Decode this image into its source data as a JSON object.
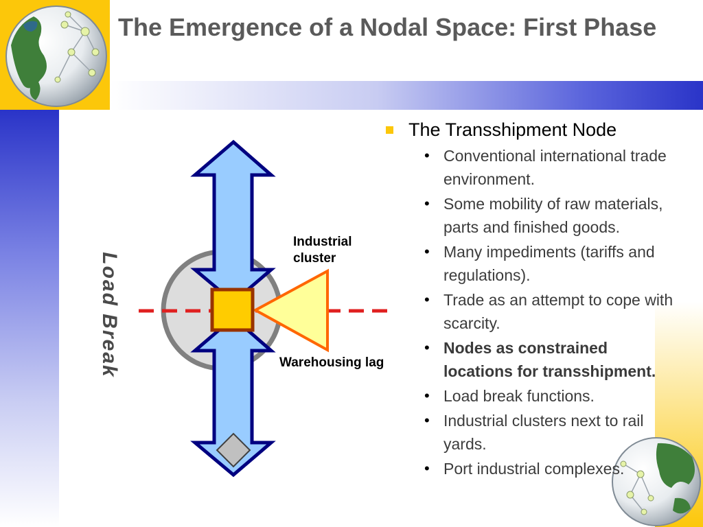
{
  "slide": {
    "title": "The Emergence of a Nodal Space: First Phase"
  },
  "diagram": {
    "side_label": "Load Break",
    "industrial_label": "Industrial cluster",
    "warehousing_label": "Warehousing lag"
  },
  "content": {
    "heading": "The Transshipment Node",
    "bullets": [
      {
        "text": "Conventional international trade environment.",
        "bold": false
      },
      {
        "text": "Some mobility of raw materials, parts and finished goods.",
        "bold": false
      },
      {
        "text": "Many impediments (tariffs and regulations).",
        "bold": false
      },
      {
        "text": "Trade as an attempt to cope with scarcity.",
        "bold": false
      },
      {
        "text": "Nodes as constrained locations for transshipment.",
        "bold": true
      },
      {
        "text": "Load break functions.",
        "bold": false
      },
      {
        "text": "Industrial clusters next to rail yards.",
        "bold": false
      },
      {
        "text": "Port industrial complexes.",
        "bold": false
      }
    ]
  },
  "colors": {
    "accent_yellow": "#fcc70a",
    "accent_blue": "#2a34c8",
    "arrow_fill": "#99ccff",
    "arrow_stroke": "#000080",
    "dashed_line": "#e02020",
    "node_fill": "#ffcc00",
    "node_stroke": "#993300",
    "warehouse_fill": "#ffff99",
    "warehouse_stroke": "#ff6600",
    "circle_fill": "#dddddd",
    "circle_stroke": "#808080",
    "diamond_fill": "#c0c0c0",
    "diamond_stroke": "#404040"
  }
}
